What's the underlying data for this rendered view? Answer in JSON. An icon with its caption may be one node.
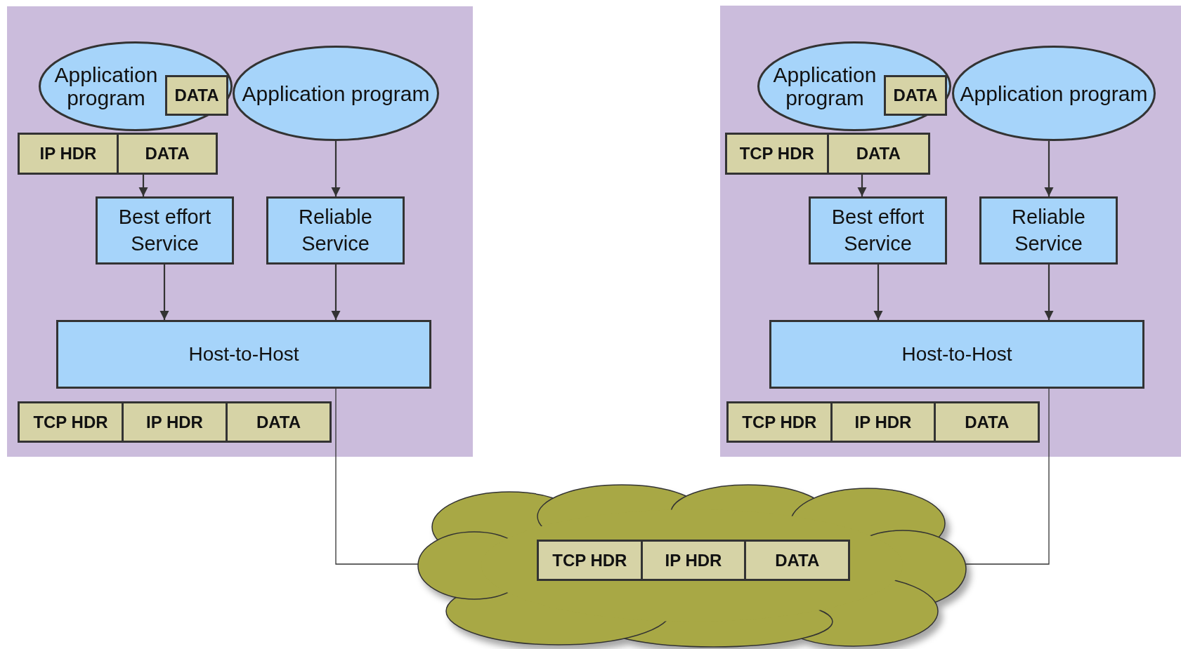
{
  "diagram": {
    "nodes": [
      {
        "text": [],
        "shape": "box"
      },
      {
        "text": [
          "Application program"
        ],
        "in": 0
      },
      {
        "text": [
          "DATA"
        ],
        "in": 1
      },
      {
        "text": [
          "Application program"
        ],
        "in": 0
      },
      {
        "text": [
          "IP HDR",
          "DATA"
        ],
        "in": 0
      },
      {
        "text": [
          "Best effort Service"
        ],
        "in": 0
      },
      {
        "text": [
          "Reliable Service"
        ],
        "in": 0
      },
      {
        "text": [
          "Host-to-Host"
        ],
        "in": 0
      },
      {
        "text": [
          "TCP HDR",
          "IP HDR",
          "DATA"
        ],
        "in": 0
      },
      {
        "text": [],
        "shape": "box"
      },
      {
        "text": [
          "Application program"
        ],
        "in": 9
      },
      {
        "text": [
          "DATA"
        ],
        "in": 10
      },
      {
        "text": [
          "Application program"
        ],
        "in": 9
      },
      {
        "text": [
          "TCP HDR",
          "DATA"
        ],
        "in": 9
      },
      {
        "text": [
          "Best effort Service"
        ],
        "in": 9
      },
      {
        "text": [
          "Reliable Service"
        ],
        "in": 9
      },
      {
        "text": [
          "Host-to-Host"
        ],
        "in": 9
      },
      {
        "text": [
          "TCP HDR",
          "IP HDR",
          "DATA"
        ],
        "in": 9
      },
      {
        "text": [],
        "shape": "cloud"
      },
      {
        "text": [
          "TCP HDR",
          "IP HDR",
          "DATA"
        ],
        "in": 18
      }
    ],
    "edges": [
      {
        "from": 4,
        "to": 5,
        "arrow": "to"
      },
      {
        "from": 3,
        "to": 6,
        "arrow": "to"
      },
      {
        "from": 5,
        "to": 7,
        "arrow": "to"
      },
      {
        "from": 6,
        "to": 7,
        "arrow": "to"
      },
      {
        "from": 7,
        "to": 18,
        "arrow": "none"
      },
      {
        "from": 13,
        "to": 14,
        "arrow": "to"
      },
      {
        "from": 12,
        "to": 15,
        "arrow": "to"
      },
      {
        "from": 14,
        "to": 16,
        "arrow": "to"
      },
      {
        "from": 15,
        "to": 16,
        "arrow": "to"
      },
      {
        "from": 16,
        "to": 18,
        "arrow": "none"
      }
    ]
  }
}
